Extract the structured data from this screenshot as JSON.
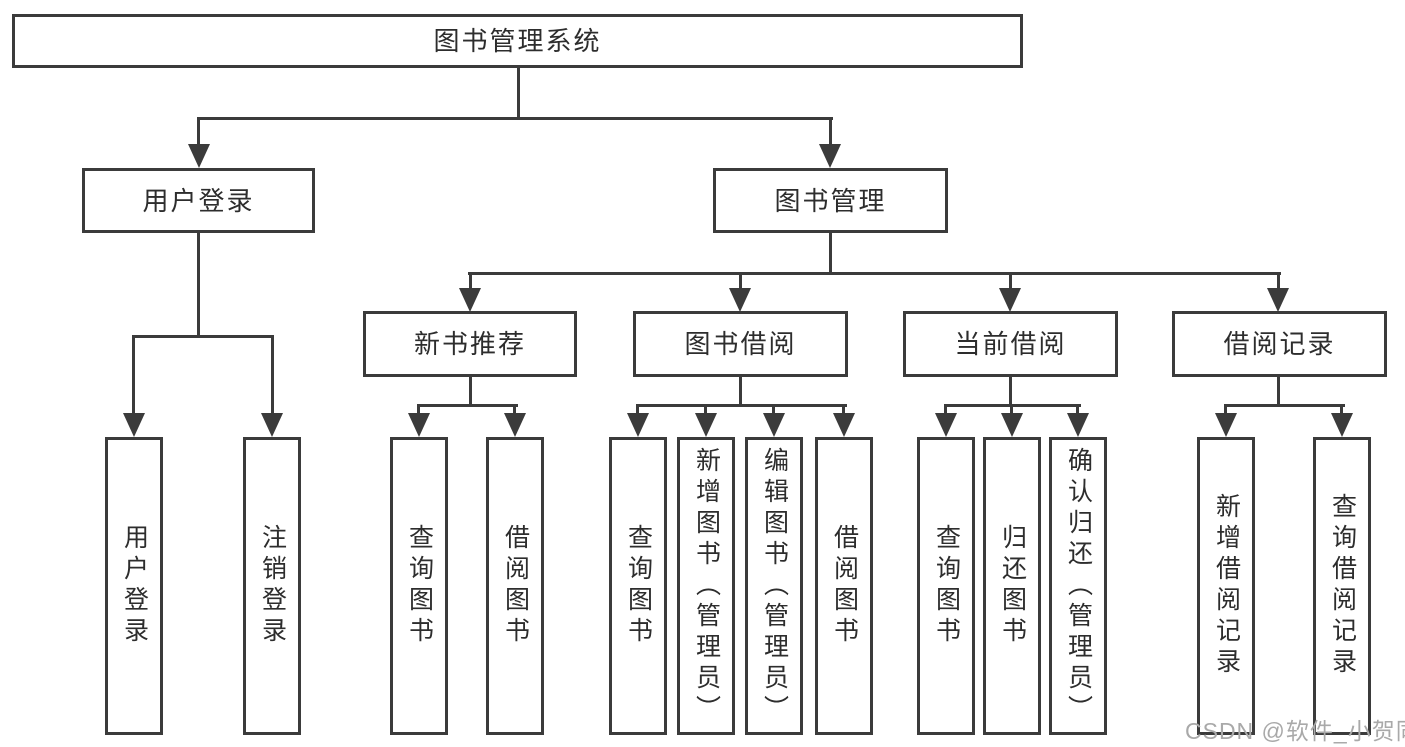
{
  "colors": {
    "line": "#3b3b3b",
    "text": "#2d2d2d",
    "watermark": "#a9a9a9",
    "background": "#ffffff"
  },
  "root": {
    "label": "图书管理系统"
  },
  "level2": {
    "user_login": {
      "label": "用户登录"
    },
    "book_mgmt": {
      "label": "图书管理"
    }
  },
  "level3": {
    "recommend": {
      "label": "新书推荐"
    },
    "borrow": {
      "label": "图书借阅"
    },
    "current": {
      "label": "当前借阅"
    },
    "records": {
      "label": "借阅记录"
    }
  },
  "leaves": {
    "login": [
      "用户登录",
      "注销登录"
    ],
    "recommend": [
      "查询图书",
      "借阅图书"
    ],
    "borrow": [
      "查询图书",
      "新增图书（管理员）",
      "编辑图书（管理员）",
      "借阅图书"
    ],
    "current": [
      "查询图书",
      "归还图书",
      "确认归还（管理员）"
    ],
    "records": [
      "新增借阅记录",
      "查询借阅记录"
    ]
  },
  "watermark": "CSDN @软件_小贺同学"
}
